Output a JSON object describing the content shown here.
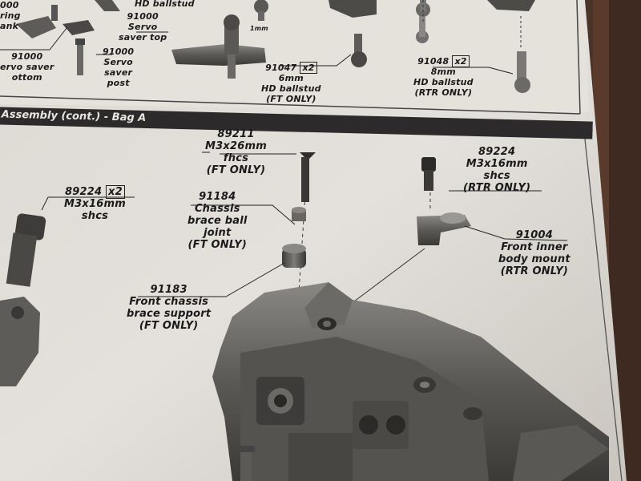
{
  "section_header": "Assembly (cont.) - Bag A",
  "top_labels": [
    {
      "key": "a",
      "lines": [
        "000",
        "ring",
        "ank"
      ]
    },
    {
      "key": "b",
      "lines": [
        "HD ballstud"
      ]
    },
    {
      "key": "c",
      "part": "91000",
      "lines": [
        "Servo",
        "saver top"
      ]
    },
    {
      "key": "d",
      "part": "91000",
      "lines": [
        "ervo saver",
        "ottom"
      ]
    },
    {
      "key": "e",
      "part": "91000",
      "lines": [
        "Servo",
        "saver",
        "post"
      ]
    },
    {
      "key": "f",
      "part": "91047",
      "qty": "x2",
      "lines": [
        "6mm",
        "HD ballstud",
        "(FT ONLY)"
      ]
    },
    {
      "key": "g",
      "part": "91048",
      "qty": "x2",
      "lines": [
        "8mm",
        "HD ballstud",
        "(RTR ONLY)"
      ]
    },
    {
      "key": "h",
      "lines": [
        "1mm"
      ]
    }
  ],
  "parts": [
    {
      "key": "p1",
      "part": "89211",
      "lines": [
        "M3x26mm",
        "fhcs",
        "(FT ONLY)"
      ]
    },
    {
      "key": "p2",
      "part": "89224",
      "lines": [
        "M3x16mm",
        "shcs",
        "(RTR ONLY)"
      ]
    },
    {
      "key": "p3",
      "part": "89224",
      "qty": "x2",
      "lines": [
        "M3x16mm",
        "shcs"
      ]
    },
    {
      "key": "p4",
      "part": "91184",
      "lines": [
        "Chassis",
        "brace ball",
        "joint",
        "(FT ONLY)"
      ]
    },
    {
      "key": "p5",
      "part": "91004",
      "lines": [
        "Front inner",
        "body mount",
        "(RTR ONLY)"
      ]
    },
    {
      "key": "p6",
      "part": "91183",
      "lines": [
        "Front chassis",
        "brace support",
        "(FT ONLY)"
      ]
    }
  ]
}
